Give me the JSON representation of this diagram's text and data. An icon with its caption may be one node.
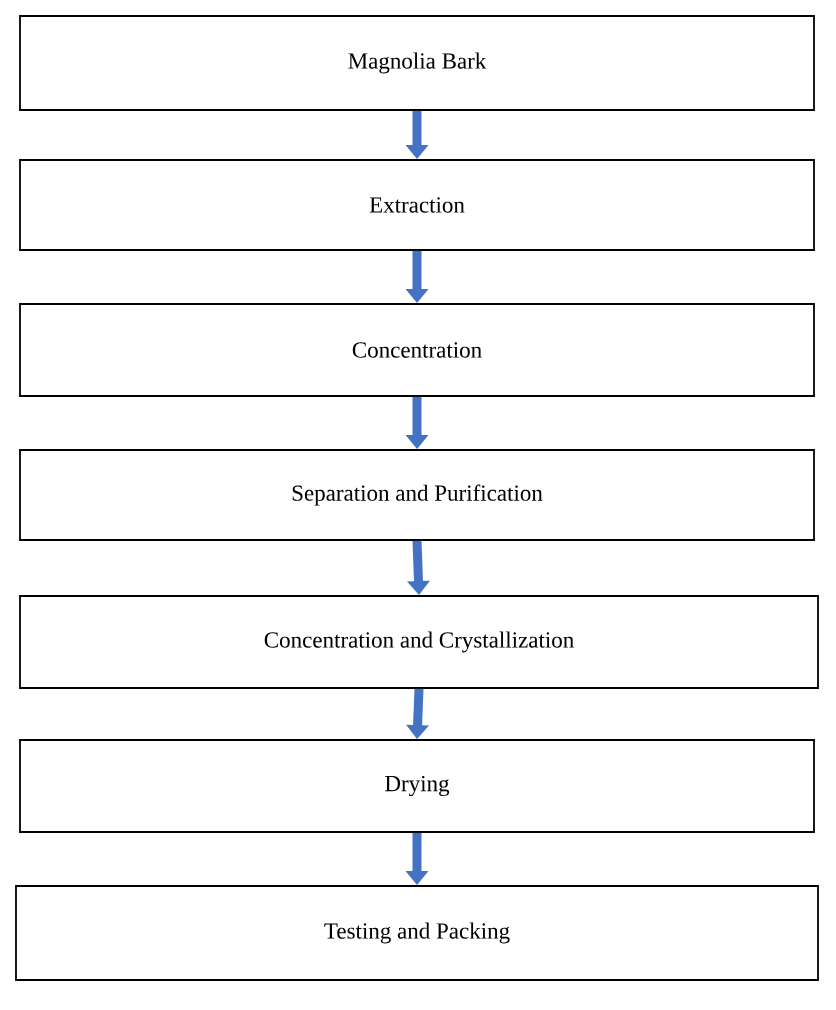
{
  "diagram": {
    "nodes": [
      {
        "text": [
          "Magnolia Bark"
        ]
      },
      {
        "text": [
          "Extraction"
        ]
      },
      {
        "text": [
          "Concentration"
        ]
      },
      {
        "text": [
          "Separation and Purification"
        ]
      },
      {
        "text": [
          "Concentration and Crystallization"
        ]
      },
      {
        "text": [
          "Drying"
        ]
      },
      {
        "text": [
          "Testing and Packing"
        ]
      }
    ],
    "edges": [
      {
        "from": 0,
        "to": 1,
        "arrow": "to"
      },
      {
        "from": 1,
        "to": 2,
        "arrow": "to"
      },
      {
        "from": 2,
        "to": 3,
        "arrow": "to"
      },
      {
        "from": 3,
        "to": 4,
        "arrow": "to"
      },
      {
        "from": 4,
        "to": 5,
        "arrow": "to"
      },
      {
        "from": 5,
        "to": 6,
        "arrow": "to"
      }
    ]
  }
}
